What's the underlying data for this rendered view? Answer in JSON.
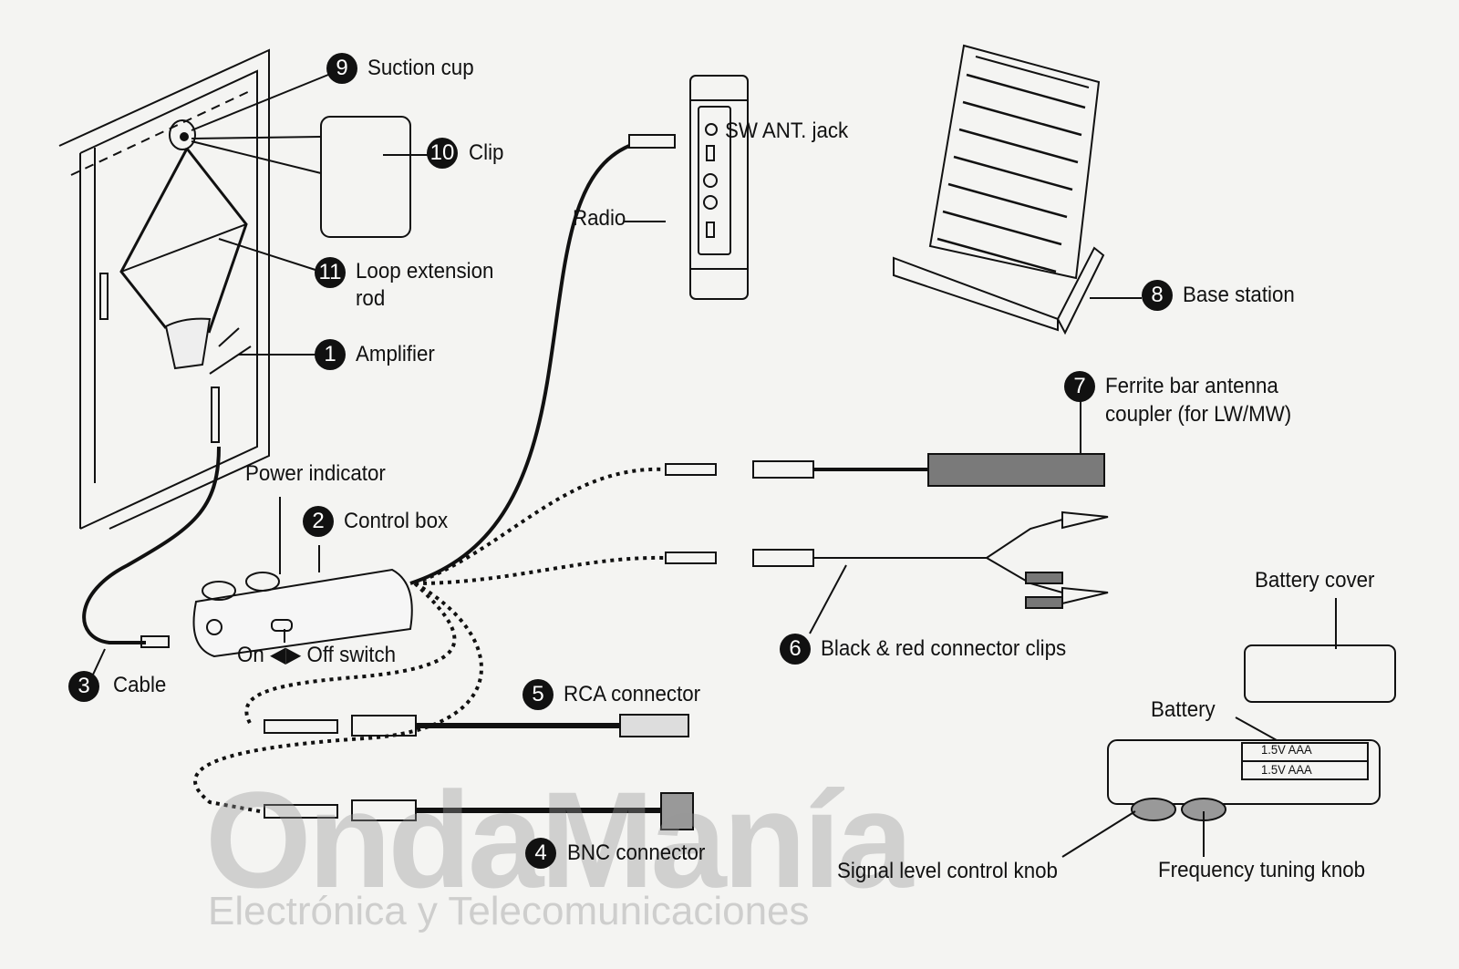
{
  "labels": {
    "suction_cup": {
      "num": "9",
      "text": "Suction cup"
    },
    "clip": {
      "num": "10",
      "text": "Clip"
    },
    "loop_rod": {
      "num": "11",
      "text": "Loop extension",
      "text2": "rod"
    },
    "amplifier": {
      "num": "1",
      "text": "Amplifier"
    },
    "control_box": {
      "num": "2",
      "text": "Control box"
    },
    "cable": {
      "num": "3",
      "text": "Cable"
    },
    "bnc": {
      "num": "4",
      "text": "BNC connector"
    },
    "rca": {
      "num": "5",
      "text": "RCA connector"
    },
    "clips": {
      "num": "6",
      "text": "Black & red connector clips"
    },
    "ferrite": {
      "num": "7",
      "text": "Ferrite bar antenna",
      "text2": "coupler (for LW/MW)"
    },
    "base": {
      "num": "8",
      "text": "Base station"
    },
    "sw_ant": "SW ANT. jack",
    "radio": "Radio",
    "power_indicator": "Power indicator",
    "on_off": "On ◀▶ Off switch",
    "battery_cover": "Battery cover",
    "battery": "Battery",
    "battery_cell": "1.5V  AAA",
    "signal_knob": "Signal level control knob",
    "freq_knob": "Frequency tuning knob"
  },
  "watermark": {
    "brand": "OndaManía",
    "tagline": "Electrónica y Telecomunicaciones"
  },
  "colors": {
    "ink": "#111111",
    "paper": "#f4f4f2"
  }
}
